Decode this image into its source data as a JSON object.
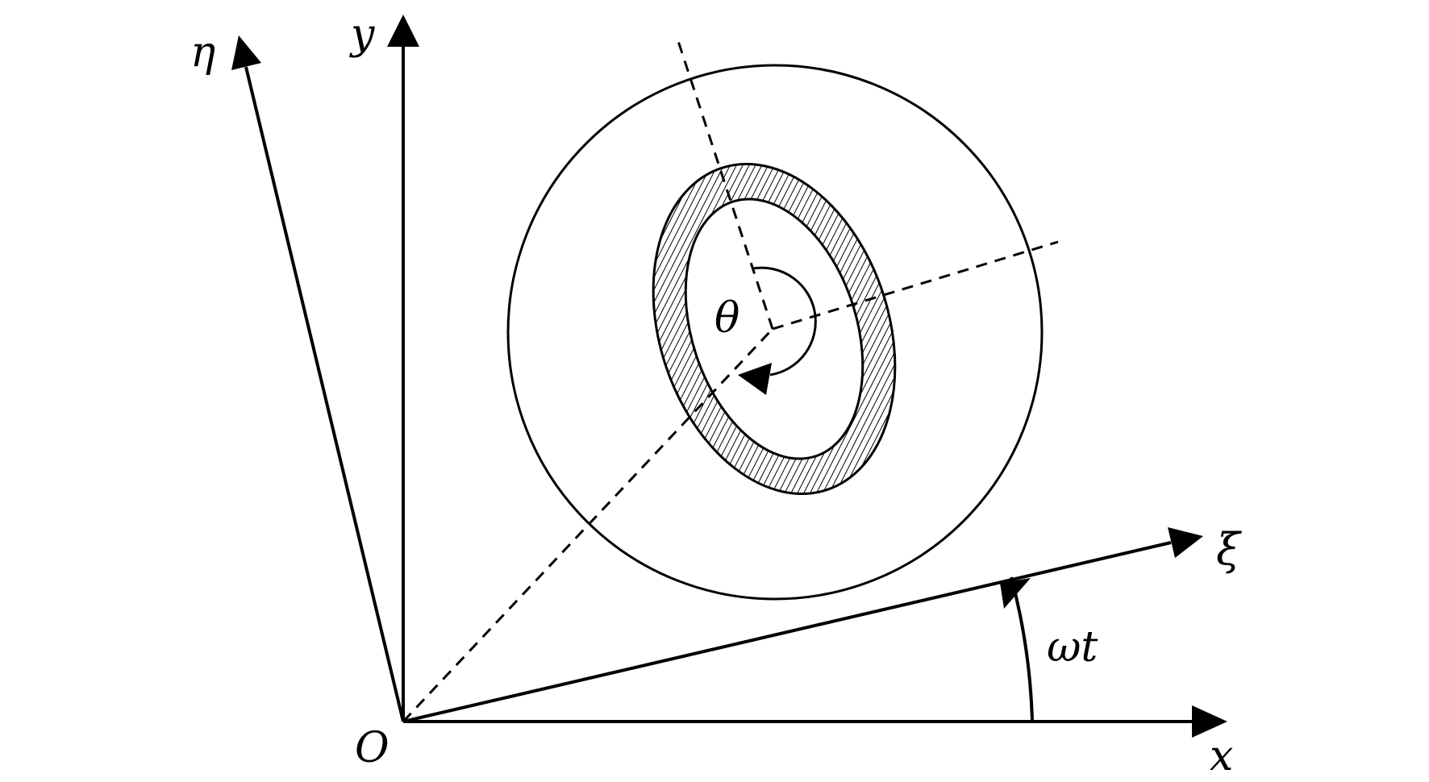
{
  "labels": {
    "origin": "O",
    "x_axis": "x",
    "y_axis": "y",
    "xi_axis": "ξ",
    "eta_axis": "η",
    "theta": "θ",
    "omega_t": "ωt"
  },
  "colors": {
    "stroke": "#000000",
    "background": "#ffffff",
    "hatch": "#000000"
  }
}
